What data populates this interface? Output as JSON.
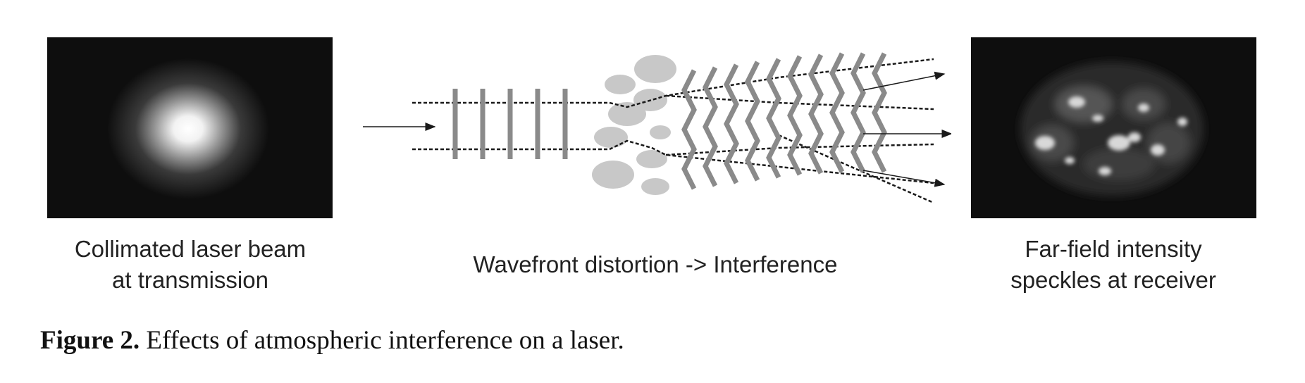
{
  "captions": {
    "left_line1": "Collimated laser beam",
    "left_line2": "at transmission",
    "middle": "Wavefront distortion -> Interference",
    "right_line1": "Far-field intensity",
    "right_line2": "speckles at receiver"
  },
  "figure": {
    "label": "Figure 2.",
    "text": "Effects of atmospheric interference on a laser."
  },
  "colors": {
    "panel_background": "#0e0e0e",
    "wavefront": "#8a8a8a",
    "turbulence": "#c8c8c8",
    "beam_lines": "#1a1a1a"
  }
}
